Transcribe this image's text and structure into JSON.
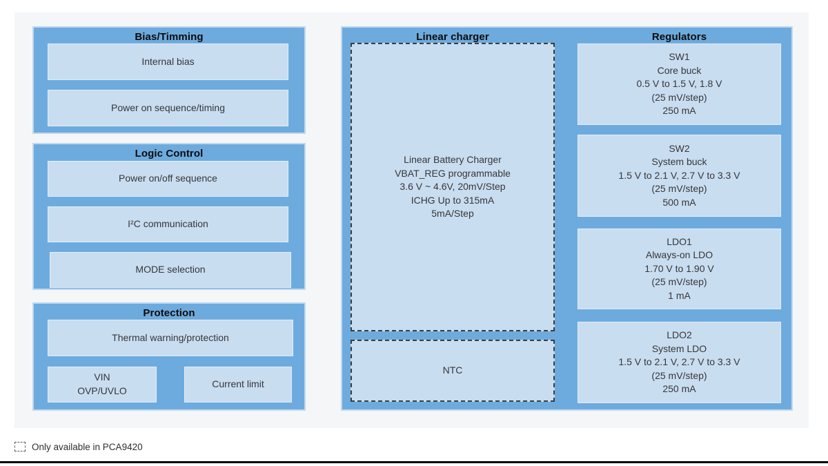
{
  "diagram": {
    "bias": {
      "title": "Bias/Timming",
      "internal_bias": "Internal bias",
      "power_on_seq": "Power on sequence/timing"
    },
    "logic": {
      "title": "Logic Control",
      "power_onoff": "Power on/off sequence",
      "i2c": "I²C communication",
      "mode": "MODE selection"
    },
    "protection": {
      "title": "Protection",
      "thermal": "Thermal warning/protection",
      "vin": "VIN\nOVP/UVLO",
      "current_limit": "Current limit"
    },
    "charger": {
      "title": "Linear charger",
      "main": "Linear Battery Charger\nVBAT_REG programmable\n3.6 V ~ 4.6V, 20mV/Step\nICHG Up to 315mA\n5mA/Step",
      "ntc": "NTC"
    },
    "regulators": {
      "title": "Regulators",
      "sw1": "SW1\nCore buck\n0.5 V to 1.5 V, 1.8 V\n(25 mV/step)\n250 mA",
      "sw2": "SW2\nSystem buck\n1.5 V to 2.1 V, 2.7 V to 3.3 V\n(25 mV/step)\n500 mA",
      "ldo1": "LDO1\nAlways-on LDO\n1.70 V to 1.90 V\n(25 mV/step)\n1 mA",
      "ldo2": "LDO2\nSystem LDO\n1.5 V to 2.1 V, 2.7 V to 3.3 V\n(25 mV/step)\n250 mA"
    }
  },
  "legend": {
    "label": "Only available in PCA9420"
  },
  "colors": {
    "panel_blue": "#6dabde",
    "box_light_blue": "#c9ddf1",
    "background_gray": "#f4f6f8",
    "dashed_border": "#3c3c3c",
    "bottom_rule": "#030303"
  }
}
